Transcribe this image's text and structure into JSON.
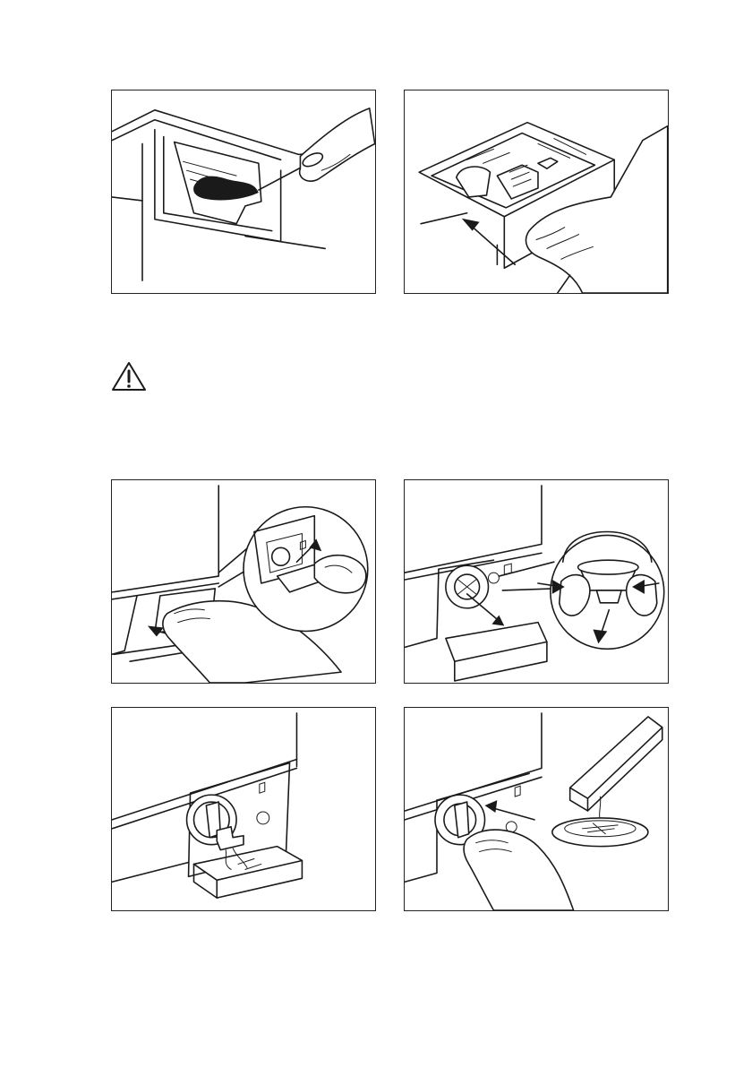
{
  "figures": [
    {
      "id": "clean-dispenser-brush"
    },
    {
      "id": "insert-dispenser-drawer"
    },
    {
      "id": "open-filter-flap"
    },
    {
      "id": "remove-emergency-drain-hose"
    },
    {
      "id": "drain-water-into-tray"
    },
    {
      "id": "refit-filter-and-empty-tray"
    }
  ],
  "icons": {
    "warning": "warning-triangle-icon"
  }
}
